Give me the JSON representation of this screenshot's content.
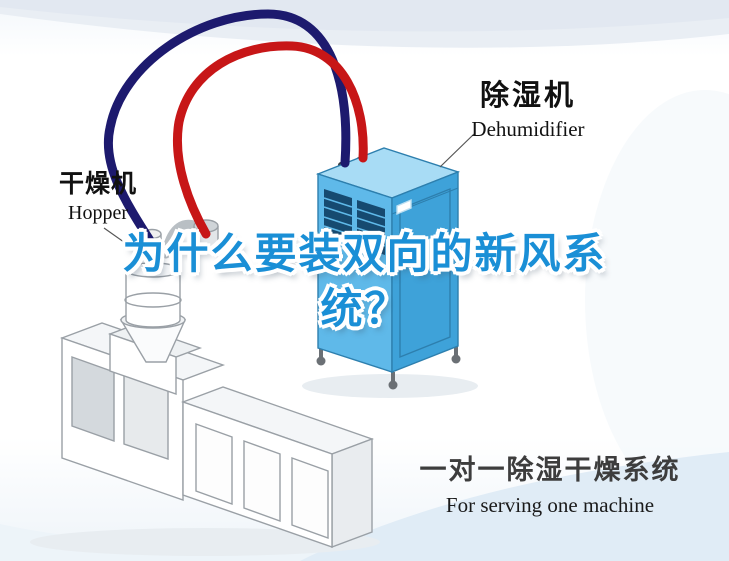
{
  "labels": {
    "hopper": {
      "zh": "干燥机",
      "en": "Hopper"
    },
    "dehumidifier": {
      "zh": "除湿机",
      "en": "Dehumidifier"
    }
  },
  "title": {
    "line1": "为什么要装双向的新风系",
    "line2": "统？",
    "color": "#1a8fd6"
  },
  "caption": {
    "zh": "一对一除湿干燥系统",
    "en": "For serving one machine"
  },
  "colors": {
    "title_blue": "#1a8fd6",
    "pipe_red": "#c71617",
    "pipe_navy": "#1d1a6e",
    "dehumidifier_front": "#5fb9e9",
    "dehumidifier_side": "#3ea2d9",
    "dehumidifier_top": "#a8dcf5",
    "dehumidifier_outline": "#2d7fae",
    "vent_dark": "#164a70",
    "machine_outline": "#9aa0a6",
    "caption_text": "#3d3d3d"
  }
}
